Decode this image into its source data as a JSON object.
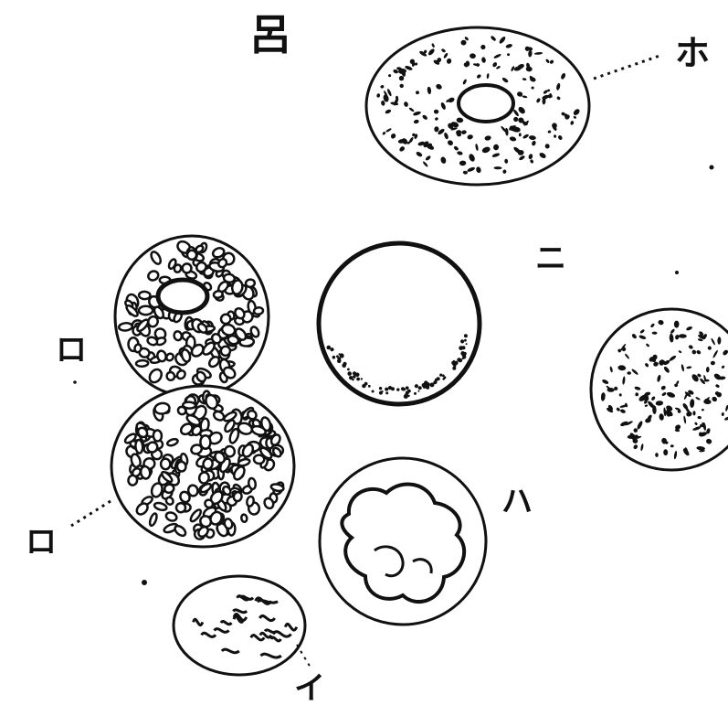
{
  "figure": {
    "number": "呂",
    "labels": {
      "ho": "ホ",
      "ni": "ニ",
      "ro_upper": "ロ",
      "ro_lower": "ロ",
      "ha": "ハ",
      "i": "イ"
    }
  },
  "colors": {
    "ink": "#111111",
    "paper": "#ffffff"
  }
}
